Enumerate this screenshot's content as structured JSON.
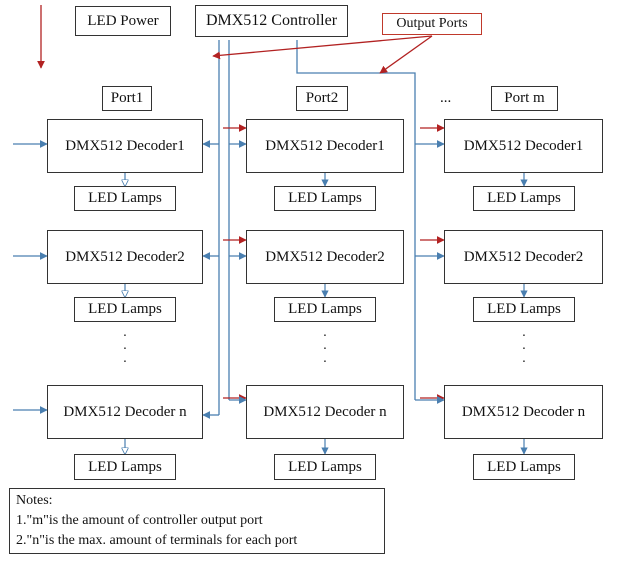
{
  "top": {
    "led_power": "LED Power",
    "controller": "DMX512 Controller",
    "output_ports": "Output Ports"
  },
  "ports": [
    {
      "label": "Port1",
      "decoders": [
        "DMX512 Decoder1",
        "DMX512 Decoder2",
        "DMX512 Decoder n"
      ],
      "lamps": [
        "LED Lamps",
        "LED Lamps",
        "LED Lamps"
      ]
    },
    {
      "label": "Port2",
      "decoders": [
        "DMX512 Decoder1",
        "DMX512 Decoder2",
        "DMX512 Decoder n"
      ],
      "lamps": [
        "LED Lamps",
        "LED Lamps",
        "LED Lamps"
      ]
    },
    {
      "label": "Port m",
      "decoders": [
        "DMX512 Decoder1",
        "DMX512 Decoder2",
        "DMX512 Decoder n"
      ],
      "lamps": [
        "LED Lamps",
        "LED Lamps",
        "LED Lamps"
      ]
    }
  ],
  "ellipsis": "...",
  "dots": ".\n.\n.",
  "notes": {
    "title": "Notes:",
    "line1": "1.\"m\"is the amount of controller output port",
    "line2": "2.\"n\"is the max. amount of terminals for each port"
  },
  "colors": {
    "power_line": "#b22222",
    "signal_line": "#4a7fb0",
    "border": "#333333"
  }
}
